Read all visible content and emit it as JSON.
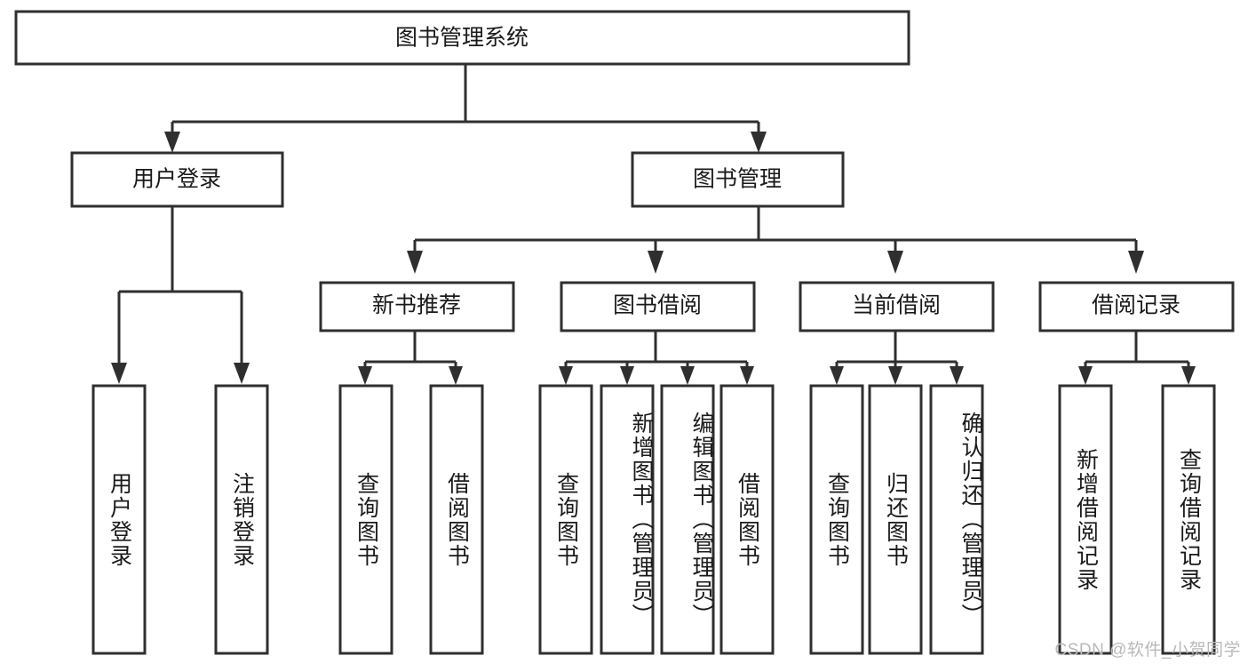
{
  "diagram": {
    "title": "图书管理系统",
    "type": "tree",
    "watermark": "CSDN @软件_小贺同学",
    "colors": {
      "box_stroke": "#2f2f2f",
      "box_fill": "#ffffff",
      "text": "#1a1a1a",
      "watermark": "#b9b9b9",
      "background": "#ffffff"
    },
    "root": {
      "id": "root",
      "label": "图书管理系统",
      "level": 0
    },
    "level1": [
      {
        "id": "user-login",
        "label": "用户登录",
        "level": 1
      },
      {
        "id": "book-management",
        "label": "图书管理",
        "level": 1
      }
    ],
    "level2": [
      {
        "id": "new-book-recommend",
        "label": "新书推荐",
        "level": 2,
        "parent": "book-management"
      },
      {
        "id": "book-borrow",
        "label": "图书借阅",
        "level": 2,
        "parent": "book-management"
      },
      {
        "id": "current-borrow",
        "label": "当前借阅",
        "level": 2,
        "parent": "book-management"
      },
      {
        "id": "borrow-record",
        "label": "借阅记录",
        "level": 2,
        "parent": "book-management"
      }
    ],
    "leaves": [
      {
        "id": "leaf-user-login",
        "label": "用户登录",
        "parent": "user-login"
      },
      {
        "id": "leaf-logout-login",
        "label": "注销登录",
        "parent": "user-login"
      },
      {
        "id": "leaf-query-book-1",
        "label": "查询图书",
        "parent": "new-book-recommend"
      },
      {
        "id": "leaf-borrow-book-1",
        "label": "借阅图书",
        "parent": "new-book-recommend"
      },
      {
        "id": "leaf-query-book-2",
        "label": "查询图书",
        "parent": "book-borrow"
      },
      {
        "id": "leaf-add-book",
        "label": "新增图书（管理员）",
        "parent": "book-borrow"
      },
      {
        "id": "leaf-edit-book",
        "label": "编辑图书（管理员）",
        "parent": "book-borrow"
      },
      {
        "id": "leaf-borrow-book-2",
        "label": "借阅图书",
        "parent": "book-borrow"
      },
      {
        "id": "leaf-query-book-3",
        "label": "查询图书",
        "parent": "current-borrow"
      },
      {
        "id": "leaf-return-book",
        "label": "归还图书",
        "parent": "current-borrow"
      },
      {
        "id": "leaf-confirm-return",
        "label": "确认归还（管理员）",
        "parent": "current-borrow"
      },
      {
        "id": "leaf-add-record",
        "label": "新增借阅记录",
        "parent": "borrow-record"
      },
      {
        "id": "leaf-query-record",
        "label": "查询借阅记录",
        "parent": "borrow-record"
      }
    ]
  }
}
